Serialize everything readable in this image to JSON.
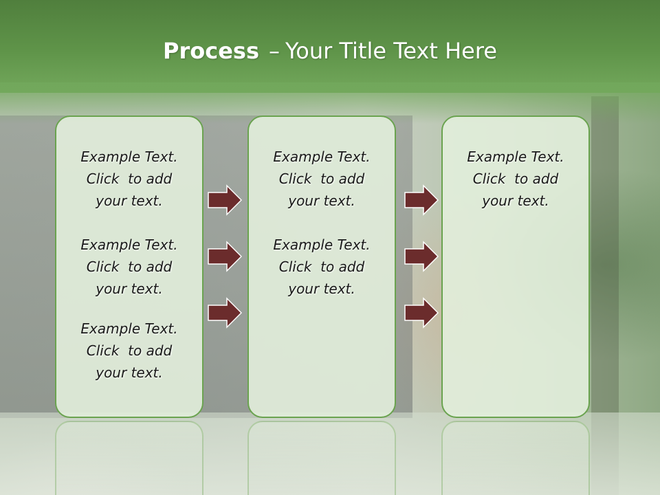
{
  "slide": {
    "title_bold": "Process",
    "title_sep": "–",
    "title_rest": "Your Title Text Here"
  },
  "columns": [
    {
      "items": [
        {
          "l1": "Example Text.",
          "l2": "Click  to add",
          "l3": "your text."
        },
        {
          "l1": "Example Text.",
          "l2": "Click  to add",
          "l3": "your text."
        },
        {
          "l1": "Example Text.",
          "l2": "Click  to add",
          "l3": "your text."
        }
      ]
    },
    {
      "items": [
        {
          "l1": "Example Text.",
          "l2": "Click  to add",
          "l3": "your text."
        },
        {
          "l1": "Example Text.",
          "l2": "Click  to add",
          "l3": "your text."
        }
      ]
    },
    {
      "items": [
        {
          "l1": "Example Text.",
          "l2": "Click  to add",
          "l3": "your text."
        }
      ]
    }
  ],
  "colors": {
    "header_green": "#5f9449",
    "box_border": "#6aa34f",
    "arrow_fill": "#6b2c2c"
  },
  "icons": {
    "arrow": "right-arrow-icon"
  }
}
